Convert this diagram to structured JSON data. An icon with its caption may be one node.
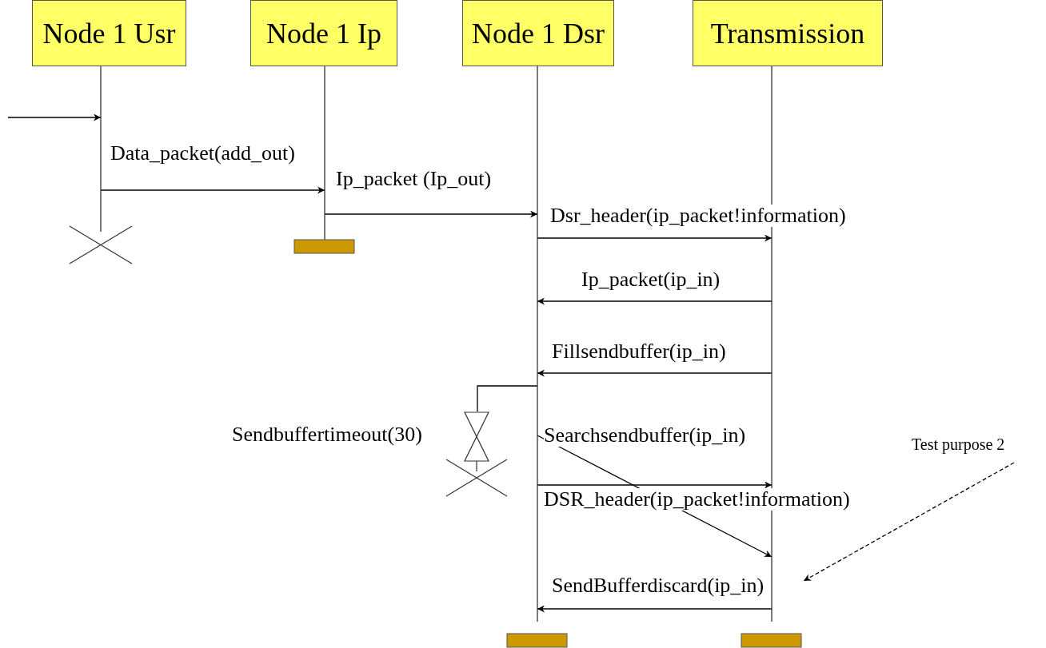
{
  "diagram": {
    "nodes": [
      {
        "text": [
          "Node 1 Usr"
        ]
      },
      {
        "text": [
          "Node 1 Ip"
        ]
      },
      {
        "text": [
          "Node 1 Dsr"
        ]
      },
      {
        "text": [
          "Transmission"
        ]
      },
      {
        "text": [
          "Sendbuffertimeout(30)"
        ]
      },
      {
        "text": [
          "Test purpose 2"
        ]
      }
    ],
    "edges": [
      {
        "from": null,
        "to": 0,
        "arrow": "to"
      },
      {
        "from": 0,
        "to": 1,
        "arrow": "to",
        "label": "Data_packet(add_out)"
      },
      {
        "from": 1,
        "to": 2,
        "arrow": "to",
        "label": "Ip_packet (Ip_out)"
      },
      {
        "from": 2,
        "to": 3,
        "arrow": "to",
        "label": "Dsr_header(ip_packet!information)"
      },
      {
        "from": 3,
        "to": 2,
        "arrow": "to",
        "label": "Ip_packet(ip_in)"
      },
      {
        "from": 3,
        "to": 2,
        "arrow": "to",
        "label": "Fillsendbuffer(ip_in)"
      },
      {
        "from": 2,
        "to": 4,
        "arrow": "none"
      },
      {
        "from": 2,
        "to": 3,
        "arrow": "to",
        "label": "Searchsendbuffer(ip_in)"
      },
      {
        "from": 2,
        "to": 3,
        "arrow": "to",
        "label": "DSR_header(ip_packet!information)"
      },
      {
        "from": 3,
        "to": 2,
        "arrow": "to",
        "label": "SendBufferdiscard(ip_in)"
      },
      {
        "from": 5,
        "to": 3,
        "arrow": "to",
        "style": "dashed"
      }
    ]
  }
}
